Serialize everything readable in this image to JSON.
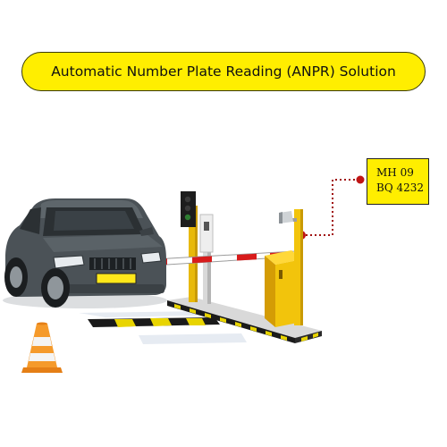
{
  "title": "Automatic Number Plate Reading (ANPR) Solution",
  "plate_readout": {
    "line1": "MH 09",
    "line2": "BQ 4232"
  },
  "colors": {
    "banner": "#ffee00",
    "post": "#f2c40c",
    "car": "#4b5257",
    "barrier_stripe": "#d81b1b",
    "connector": "#a01010"
  }
}
